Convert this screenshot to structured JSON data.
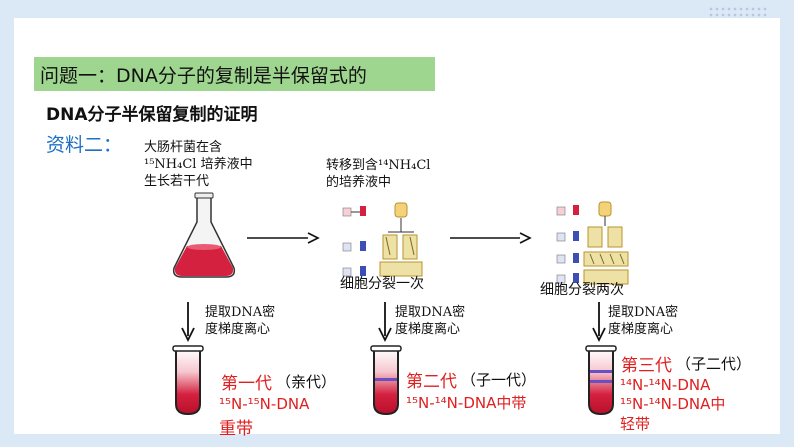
{
  "heading": "问题一：DNA分子的复制是半保留式的",
  "subtitle": "DNA分子半保留复制的证明",
  "material_label": "资料二：",
  "note1": [
    "大肠杆菌在含",
    "¹⁵NH₄Cl 培养液中",
    "生长若干代"
  ],
  "note2": [
    "转移到含¹⁴NH₄Cl",
    "的培养液中"
  ],
  "divide_once": "细胞分裂一次",
  "divide_twice": "细胞分裂两次",
  "extract_lines": [
    "提取DNA密",
    "度梯度离心"
  ],
  "gen1": {
    "title": "第一代",
    "paren": "（亲代）",
    "dna": "¹⁵N-¹⁵N-DNA",
    "band": "重带"
  },
  "gen2": {
    "title": "第二代",
    "paren": "（子一代）",
    "dna": "¹⁵N-¹⁴N-DNA中带"
  },
  "gen3": {
    "title": "第三代",
    "paren": "（子二代）",
    "dna1": "¹⁴N-¹⁴N-DNA",
    "dna2": "¹⁵N-¹⁴N-DNA中",
    "band": "轻带"
  },
  "colors": {
    "accent_green": "#9fd68f",
    "blue": "#1f6fc4",
    "red": "#e02020",
    "flask_liquid": "#d4213f"
  }
}
